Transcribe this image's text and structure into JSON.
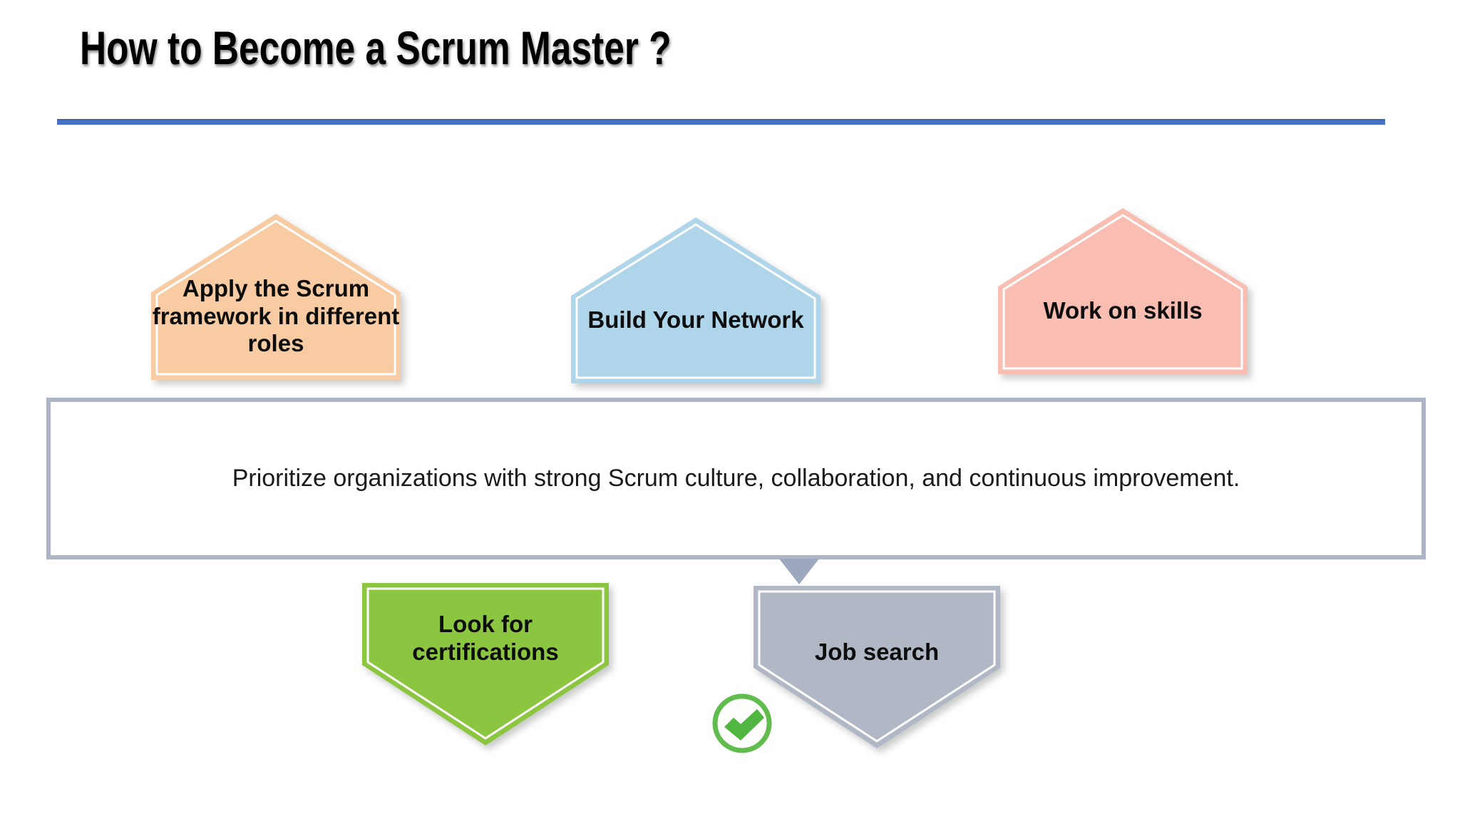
{
  "slide": {
    "title": "How to Become a Scrum Master ?",
    "underline_color": "#4472C4"
  },
  "steps": [
    {
      "id": "apply-scrum-framework",
      "label": "Apply the Scrum\nframework in different\nroles",
      "shape": "pentagon-up",
      "fill": "#F8CBA2"
    },
    {
      "id": "build-your-network",
      "label": "Build Your Network",
      "shape": "pentagon-up",
      "fill": "#AFD5EA"
    },
    {
      "id": "work-on-skills",
      "label": "Work on skills",
      "shape": "pentagon-up",
      "fill": "#F9BDB2"
    },
    {
      "id": "look-for-certifications",
      "label": "Look for\ncertifications",
      "shape": "pentagon-down",
      "fill": "#8CC640"
    },
    {
      "id": "job-search",
      "label": "Job search",
      "shape": "pentagon-down",
      "fill": "#B0B8C6"
    }
  ],
  "callout": {
    "text": "Prioritize organizations with strong Scrum culture, collaboration, and continuous improvement.",
    "border_color": "#ACB4C6",
    "pointer_color": "#9DA8BE"
  },
  "check_icon": {
    "name": "check-circle",
    "ring_color": "#60BC4C",
    "mark_color": "#50B63F"
  }
}
